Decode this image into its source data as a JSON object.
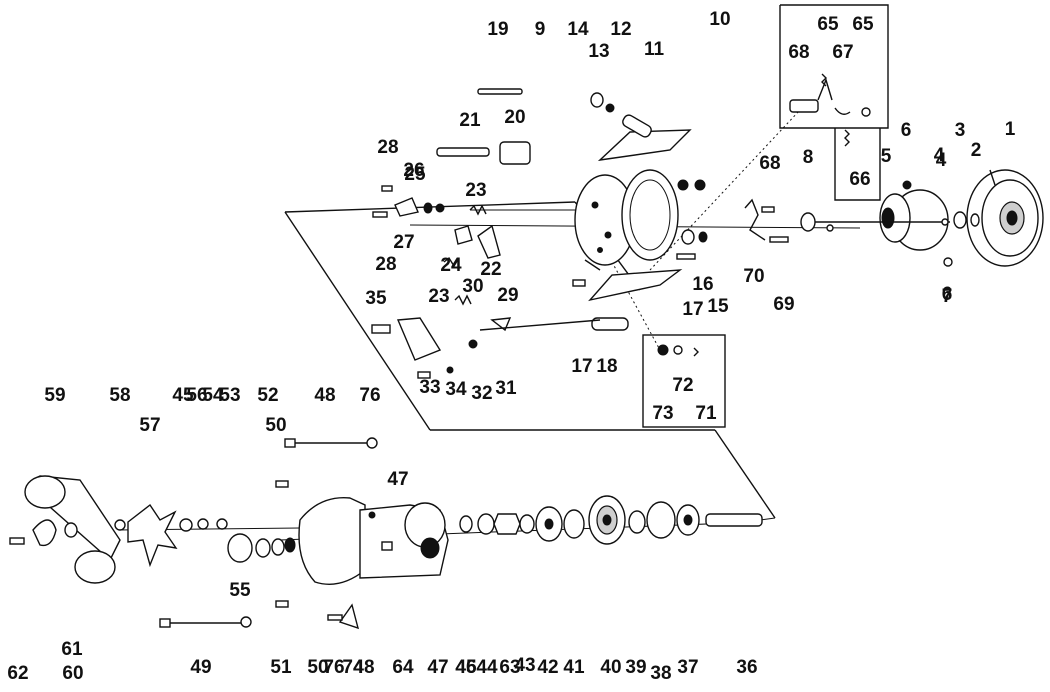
{
  "parts": [
    "1",
    "2",
    "3",
    "4",
    "4",
    "5",
    "6",
    "6",
    "7",
    "8",
    "9",
    "10",
    "11",
    "12",
    "13",
    "14",
    "15",
    "16",
    "17",
    "17",
    "18",
    "19",
    "20",
    "21",
    "22",
    "23",
    "23",
    "24",
    "25",
    "26",
    "27",
    "28",
    "28",
    "29",
    "30",
    "31",
    "32",
    "33",
    "34",
    "35",
    "36",
    "37",
    "38",
    "39",
    "40",
    "41",
    "42",
    "43",
    "44",
    "45",
    "45",
    "46",
    "47",
    "47",
    "48",
    "48",
    "49",
    "50",
    "50",
    "51",
    "52",
    "53",
    "54",
    "55",
    "56",
    "57",
    "58",
    "59",
    "60",
    "61",
    "62",
    "63",
    "64",
    "65",
    "65",
    "66",
    "67",
    "68",
    "68",
    "69",
    "70",
    "71",
    "72",
    "73",
    "74",
    "76",
    "76"
  ]
}
